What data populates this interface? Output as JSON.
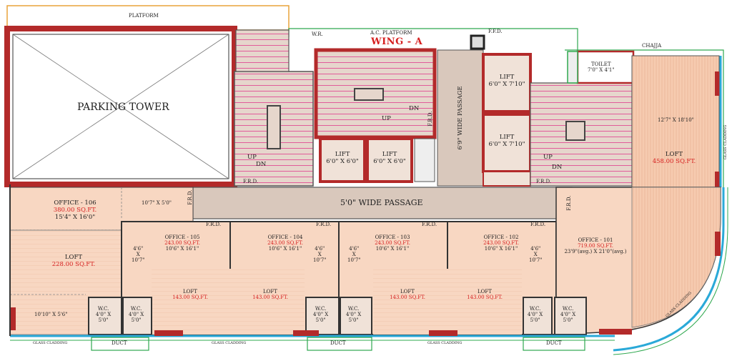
{
  "top": {
    "platform": "PLATFORM",
    "wr": "W.R.",
    "ac_platform": "A.C. PLATFORM",
    "wing": "WING - A",
    "ffd": "F.F.D.",
    "chajja": "CHAJJA"
  },
  "parking": {
    "label": "PARKING TOWER"
  },
  "stairs": {
    "up": "UP",
    "dn": "DN"
  },
  "lifts": [
    {
      "label": "LIFT",
      "size": "6'0\" X 6'0\""
    },
    {
      "label": "LIFT",
      "size": "6'0\" X 6'0\""
    },
    {
      "label": "LIFT",
      "size": "6'0\" X 7'10\""
    },
    {
      "label": "LIFT",
      "size": "6'0\" X 7'10\""
    }
  ],
  "passage": {
    "vertical": "6'9\" WIDE PASSAGE",
    "horizontal": "5'0\" WIDE PASSAGE"
  },
  "frd": "F.R.D.",
  "toilet": {
    "label": "TOILET",
    "size": "7'0\" X 4'1\""
  },
  "loft_right": {
    "size": "12'7\" X 18'10\"",
    "label": "LOFT",
    "area": "458.00 SQ.FT."
  },
  "office106": {
    "name": "OFFICE - 106",
    "area": "380.00 SQ.FT.",
    "size": "15'4\" X 16'0\"",
    "extra": "10'7\" X 5'0\""
  },
  "loft106": {
    "label": "LOFT",
    "area": "228.00 SQ.FT.",
    "extra": "10'10\" X 5'6\""
  },
  "offices": [
    {
      "name": "OFFICE - 105",
      "area": "243.00 SQ.FT.",
      "size": "10'6\" X 16'1\""
    },
    {
      "name": "OFFICE - 104",
      "area": "243.00 SQ.FT.",
      "size": "10'6\" X 16'1\""
    },
    {
      "name": "OFFICE - 103",
      "area": "243.00 SQ.FT.",
      "size": "10'6\" X 16'1\""
    },
    {
      "name": "OFFICE - 102",
      "area": "243.00 SQ.FT.",
      "size": "10'6\" X 16'1\""
    }
  ],
  "office101": {
    "name": "OFFICE - 101",
    "area": "719.00 SQ.FT.",
    "size": "23'9\"(avg.) X 21'0\"(avg.)"
  },
  "small_dim": {
    "a": "4'6\"",
    "x": "X",
    "b": "10'7\""
  },
  "lofts": {
    "label": "LOFT",
    "area": "143.00 SQ.FT."
  },
  "wc": {
    "label": "W.C.",
    "size1": "4'0\" X",
    "size2": "5'0\""
  },
  "duct": "DUCT",
  "glass": "GLASS CLADDING"
}
